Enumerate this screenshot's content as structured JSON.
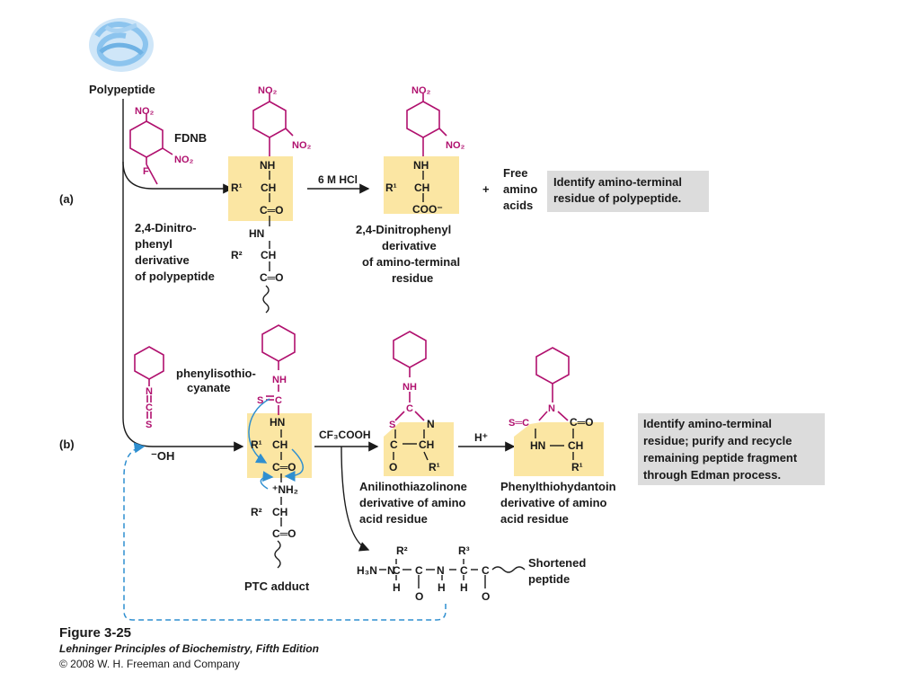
{
  "labels": {
    "polypeptide": "Polypeptide",
    "part_a": "(a)",
    "part_b": "(b)",
    "fdnb": "FDNB",
    "hcl": "6 M HCl",
    "plus": "+",
    "free_amino_acids": [
      "Free",
      "amino",
      "acids"
    ],
    "dnp_polypeptide": [
      "2,4-Dinitro-",
      "phenyl",
      "derivative",
      "of polypeptide"
    ],
    "dnp_residue": [
      "2,4-Dinitrophenyl",
      "derivative",
      "of amino-terminal",
      "residue"
    ],
    "identify_a": [
      "Identify amino-terminal",
      "residue of polypeptide."
    ],
    "pitc": [
      "phenylisothio-",
      "cyanate"
    ],
    "hydroxide": "⁻OH",
    "cf3cooh": "CF₃COOH",
    "h_plus": "H⁺",
    "atz": [
      "Anilinothiazolinone",
      "derivative of amino",
      "acid residue"
    ],
    "pth": [
      "Phenylthiohydantoin",
      "derivative of amino",
      "acid residue"
    ],
    "identify_b": [
      "Identify amino-terminal",
      "residue; purify and recycle",
      "remaining peptide fragment",
      "through Edman process."
    ],
    "ptc_adduct": "PTC adduct",
    "shortened_peptide": [
      "Shortened",
      "peptide"
    ]
  },
  "chem": {
    "no2": "NO₂",
    "nh": "NH",
    "hn": "HN",
    "ch": "CH",
    "c_eq_o": "C═O",
    "coo_minus": "COO⁻",
    "r1": "R¹",
    "r2": "R²",
    "r3": "R³",
    "f": "F",
    "n": "N",
    "c": "C",
    "s": "S",
    "o": "O",
    "h": "H",
    "nh2_plus": "⁺NH₂",
    "h3n_plus": "H₃N",
    "s_eq_c": "S═C"
  },
  "caption": {
    "title": "Figure 3-25",
    "subtitle": "Lehninger Principles of Biochemistry, Fifth Edition",
    "copyright": "© 2008 W. H. Freeman and Company"
  },
  "colors": {
    "highlight": "#fbe6a3",
    "reagent": "#b0106e",
    "arrow_blue": "#2f8fd0",
    "note_box": "#dcdcdc",
    "protein": "#8cc4ee"
  }
}
